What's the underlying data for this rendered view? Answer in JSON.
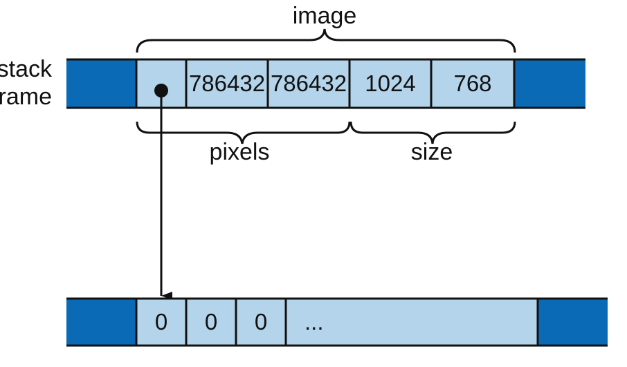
{
  "diagram": {
    "labels": {
      "image": "image",
      "stack_line1": "stack",
      "stack_line2": "frame",
      "pixels": "pixels",
      "size": "size"
    },
    "stack_frame": {
      "cells": [
        "786432",
        "786432",
        "1024",
        "768"
      ],
      "pointer_cell": "pointer"
    },
    "heap_buffer": {
      "cells": [
        "0",
        "0",
        "0",
        "..."
      ]
    },
    "colors": {
      "dark_block": "#0a6ab5",
      "cell_fill": "#b3d4ea",
      "stroke": "#111111"
    }
  }
}
